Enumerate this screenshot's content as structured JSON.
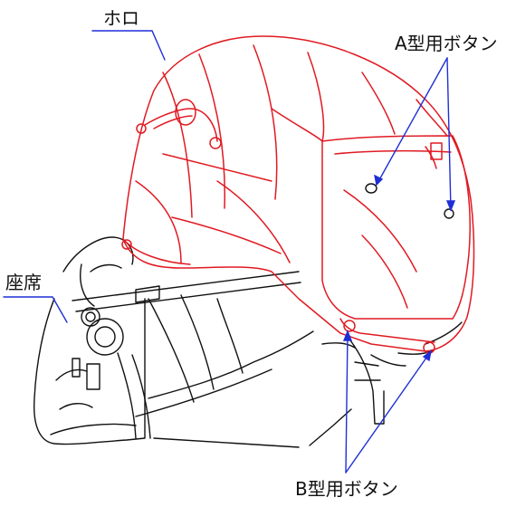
{
  "labels": {
    "canopy": "ホロ",
    "type_a_button": "A型用ボタン",
    "seat": "座席",
    "type_b_button": "B型用ボタン"
  },
  "colors": {
    "canopy_outline": "#e01a22",
    "leader_line": "#1f2fd6",
    "drawing_line": "#111111"
  }
}
